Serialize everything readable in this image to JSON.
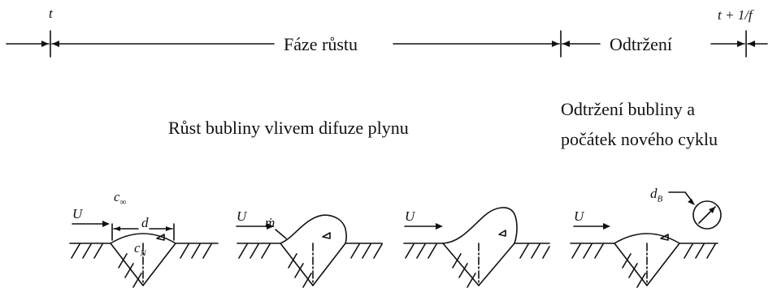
{
  "timeline": {
    "start_label": "t",
    "end_label": "t + 1/f",
    "growth_phase": "Fáze růstu",
    "detachment_phase": "Odtržení"
  },
  "captions": {
    "growth": "Růst bubliny vlivem difuze plynu",
    "detachment_line1": "Odtržení bubliny a",
    "detachment_line2": "počátek nového cyklu"
  },
  "symbols": {
    "flow_velocity": "U",
    "bulk_concentration_base": "c",
    "bulk_concentration_sub": "∞",
    "diameter": "d",
    "nucleation_concentration_base": "c",
    "nucleation_concentration_sub": "N",
    "mass_flux": "ṁ",
    "bubble_diameter_base": "d",
    "bubble_diameter_sub": "B"
  }
}
